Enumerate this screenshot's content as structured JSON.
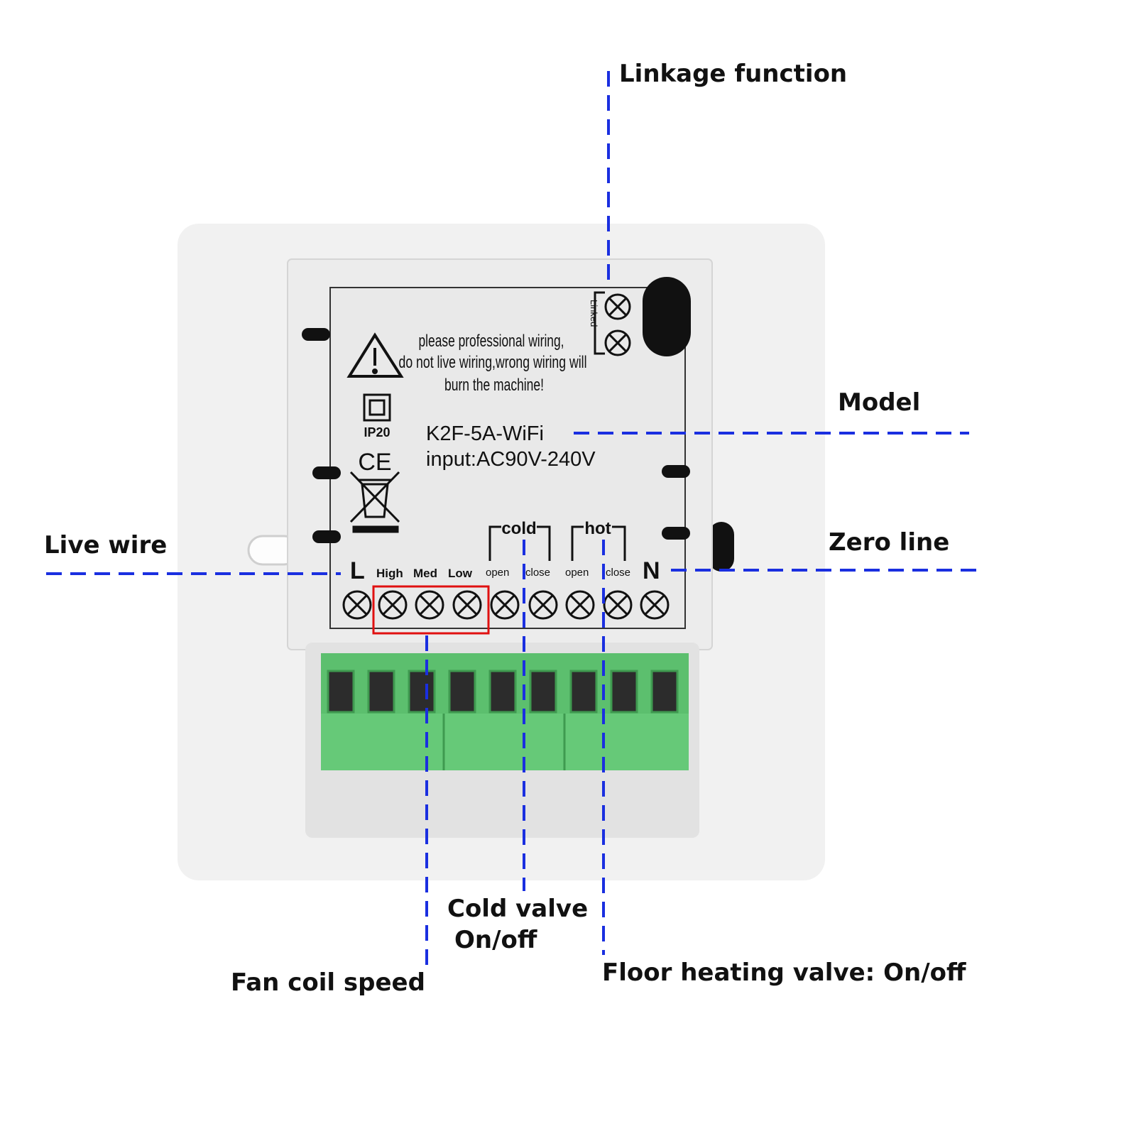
{
  "callouts": {
    "linkage": "Linkage function",
    "model": "Model",
    "live_wire": "Live wire",
    "zero_line": "Zero line",
    "cold_valve_1": "Cold valve",
    "cold_valve_2": "On/off",
    "fan_coil": "Fan coil speed",
    "floor_heating": "Floor heating valve: On/off"
  },
  "device_label": {
    "warning_1": "please professional wiring,",
    "warning_2": "do not live wiring,wrong wiring will",
    "warning_3": "burn the machine!",
    "ip_rating": "IP20",
    "ce_mark": "CE",
    "model": "K2F-5A-WiFi",
    "input": "input:AC90V-240V",
    "linked": "Linked",
    "terminal_L": "L",
    "terminal_N": "N",
    "high": "High",
    "med": "Med",
    "low": "Low",
    "cold": "cold",
    "hot": "hot",
    "cold_open": "open",
    "cold_close": "close",
    "hot_open": "open",
    "hot_close": "close"
  },
  "colors": {
    "callout_line": "#1a2fe0",
    "highlight_box": "#e01010",
    "terminal_block": "#5cbf6e",
    "plate": "#f1f1f1"
  },
  "icons": [
    "warning-triangle-icon",
    "double-insulation-icon",
    "ce-mark-icon",
    "weee-bin-icon",
    "screw-terminal-icon"
  ]
}
